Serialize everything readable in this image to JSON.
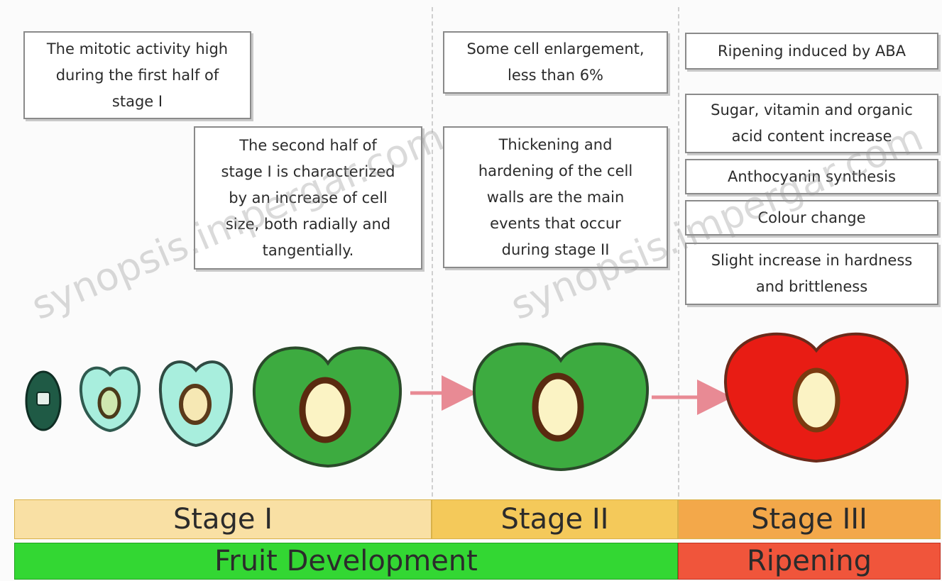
{
  "boxes": {
    "mitotic": [
      "The mitotic activity high",
      "during the first half of",
      "stage I"
    ],
    "second_half": [
      "The second half of",
      "stage I is characterized",
      "by an increase of cell",
      "size, both radially and",
      "tangentially."
    ],
    "enlargement": [
      "Some cell enlargement,",
      "less than 6%"
    ],
    "thickening": [
      "Thickening and",
      "hardening of the cell",
      "walls are the main",
      "events that occur",
      "during stage II"
    ],
    "ripening_aba": "Ripening induced by ABA",
    "sugar": [
      "Sugar, vitamin and organic",
      "acid content increase"
    ],
    "anthocyanin": "Anthocyanin synthesis",
    "colour": "Colour change",
    "hardness": [
      "Slight increase in hardness",
      "and brittleness"
    ]
  },
  "stages": {
    "stage1": "Stage I",
    "stage2": "Stage II",
    "stage3": "Stage III"
  },
  "phases": {
    "development": "Fruit Development",
    "ripening": "Ripening"
  },
  "watermark": "synopsis.impergar.com",
  "colors": {
    "stage1_band": "#f9e0a4",
    "stage2_band": "#f4c95a",
    "stage3_band": "#f3a84a",
    "development_band": "#33d733",
    "ripening_band": "#f0553b",
    "young_fruit": "#a8eedd",
    "green_fruit": "#3dab40",
    "ripe_fruit": "#e81c14",
    "seed": "#fbf3c4",
    "arrow": "#e88a94"
  }
}
